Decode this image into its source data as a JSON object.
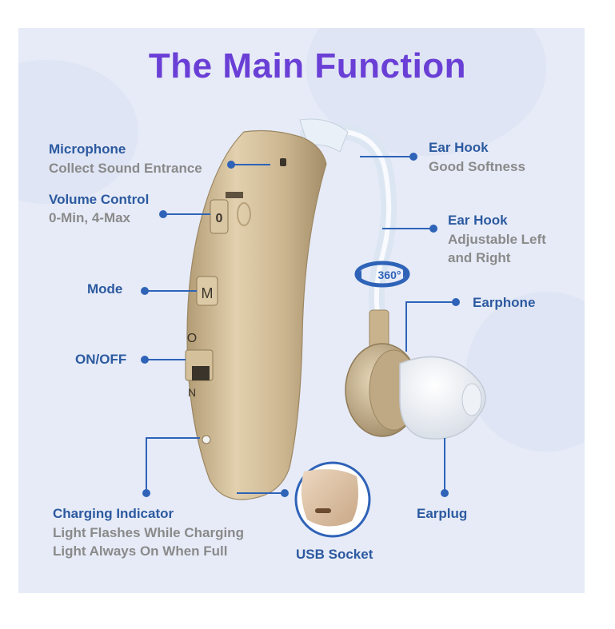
{
  "title": "The Main Function",
  "device_markings": {
    "volume": "0",
    "mode": "M",
    "switch_top": "O",
    "switch_bottom": "N",
    "rotation": "360°"
  },
  "labels": {
    "microphone": {
      "head": "Microphone",
      "sub": "Collect Sound Entrance"
    },
    "volume_control": {
      "head": "Volume Control",
      "sub": "0-Min, 4-Max"
    },
    "mode": {
      "head": "Mode"
    },
    "on_off": {
      "head": "ON/OFF"
    },
    "charging_indicator": {
      "head": "Charging Indicator",
      "sub1": "Light Flashes While Charging",
      "sub2": "Light Always On When Full"
    },
    "usb_socket": {
      "head": "USB Socket"
    },
    "ear_hook_soft": {
      "head": "Ear Hook",
      "sub": "Good Softness"
    },
    "ear_hook_adjust": {
      "head": "Ear Hook",
      "sub1": "Adjustable Left",
      "sub2": "and Right"
    },
    "earphone": {
      "head": "Earphone"
    },
    "earplug": {
      "head": "Earplug"
    }
  },
  "colors": {
    "title": "#6a3fd6",
    "label": "#2c5aa0",
    "subtext": "#8a8a8a",
    "leader": "#2f63b8",
    "device": "#cdb792",
    "background": "#e6ebf7"
  }
}
